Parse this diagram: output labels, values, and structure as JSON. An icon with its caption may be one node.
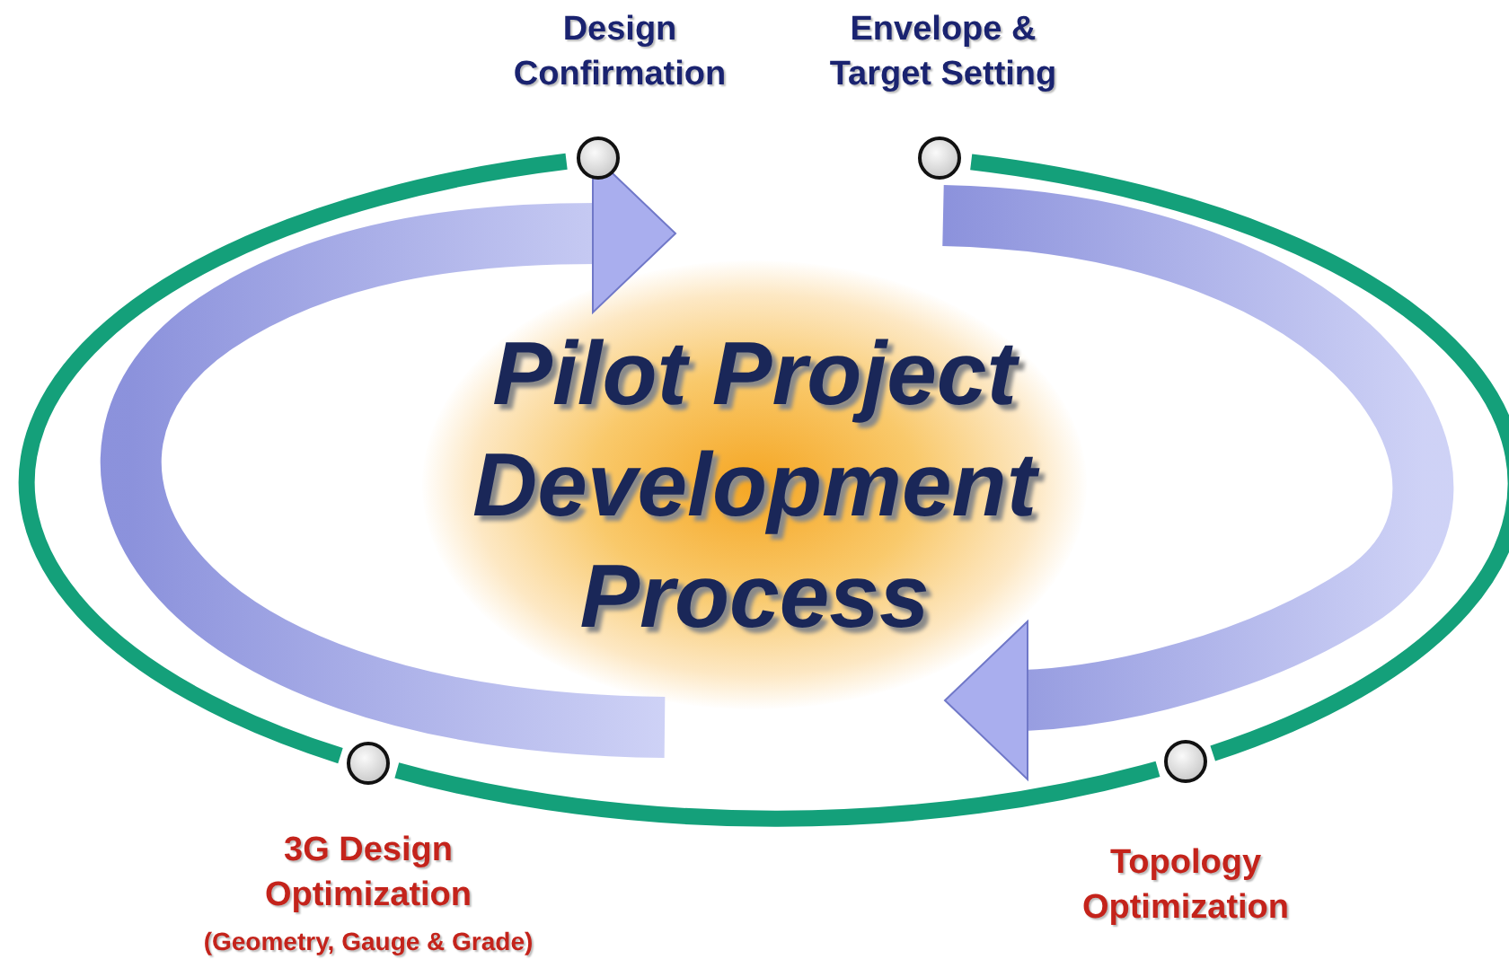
{
  "diagram": {
    "nodes": [
      {
        "text": [
          "Pilot Project Development Process"
        ]
      },
      {
        "text": [
          "Design Confirmation"
        ]
      },
      {
        "text": [
          "Envelope & Target Setting"
        ]
      },
      {
        "text": [
          "Topology Optimization"
        ]
      },
      {
        "text": [
          "3G Design Optimization",
          "(Geometry, Gauge & Grade)"
        ]
      }
    ],
    "edges": [
      {
        "from": 2,
        "to": 3,
        "arrow": "none"
      },
      {
        "from": 3,
        "to": 4,
        "arrow": "none"
      },
      {
        "from": 4,
        "to": 1,
        "arrow": "none"
      }
    ]
  }
}
